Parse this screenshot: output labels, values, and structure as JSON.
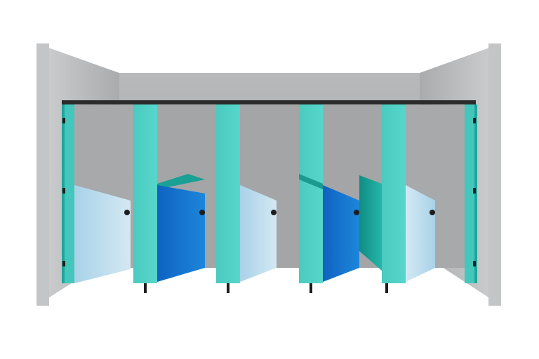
{
  "scene": {
    "colors": {
      "background": "#ffffff",
      "wall_light": "#c8c9cb",
      "wall_mid": "#b9babc",
      "wall_back": "#a9abad",
      "pilaster": "#4fcfc4",
      "pilaster_dark": "#1fa69c",
      "door_light": "#b8d9ec",
      "door_blue": "#1477cf",
      "door_teal": "#1a9f94",
      "headrail": "#2b2b2b",
      "hardware": "#1d1d1d"
    },
    "cubicles": [
      {
        "door_color": "light-blue",
        "door_state": "open"
      },
      {
        "door_color": "blue",
        "door_state": "open"
      },
      {
        "door_color": "light-blue",
        "door_state": "open"
      },
      {
        "door_color": "blue",
        "door_state": "open"
      },
      {
        "door_color": "light-blue",
        "door_state": "open"
      }
    ]
  }
}
